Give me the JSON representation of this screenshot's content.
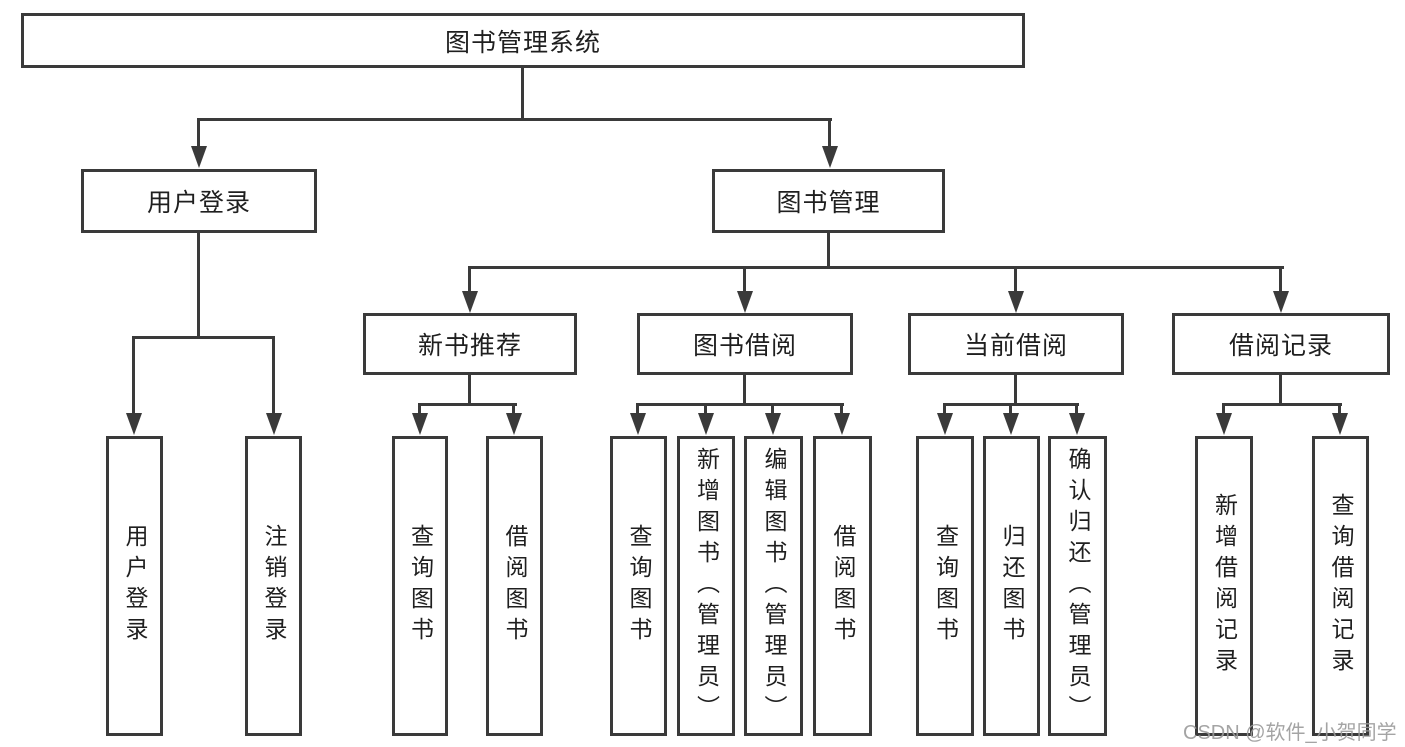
{
  "diagram": {
    "root": {
      "label": "图书管理系统"
    },
    "level2": [
      {
        "label": "用户登录"
      },
      {
        "label": "图书管理"
      }
    ],
    "level3": [
      {
        "label": "新书推荐"
      },
      {
        "label": "图书借阅"
      },
      {
        "label": "当前借阅"
      },
      {
        "label": "借阅记录"
      }
    ],
    "leaves": {
      "user_login": [
        "用户登录",
        "注销登录"
      ],
      "new_book": [
        "查询图书",
        "借阅图书"
      ],
      "book_borrow": [
        "查询图书",
        "新增图书（管理员）",
        "编辑图书（管理员）",
        "借阅图书"
      ],
      "current_borrow": [
        "查询图书",
        "归还图书",
        "确认归还（管理员）"
      ],
      "borrow_records": [
        "新增借阅记录",
        "查询借阅记录"
      ]
    }
  },
  "watermark": "CSDN @软件_小贺同学",
  "colors": {
    "line": "#3a3a3a",
    "text": "#1f1f1f",
    "watermark": "#9b9b9b",
    "background": "#ffffff"
  }
}
